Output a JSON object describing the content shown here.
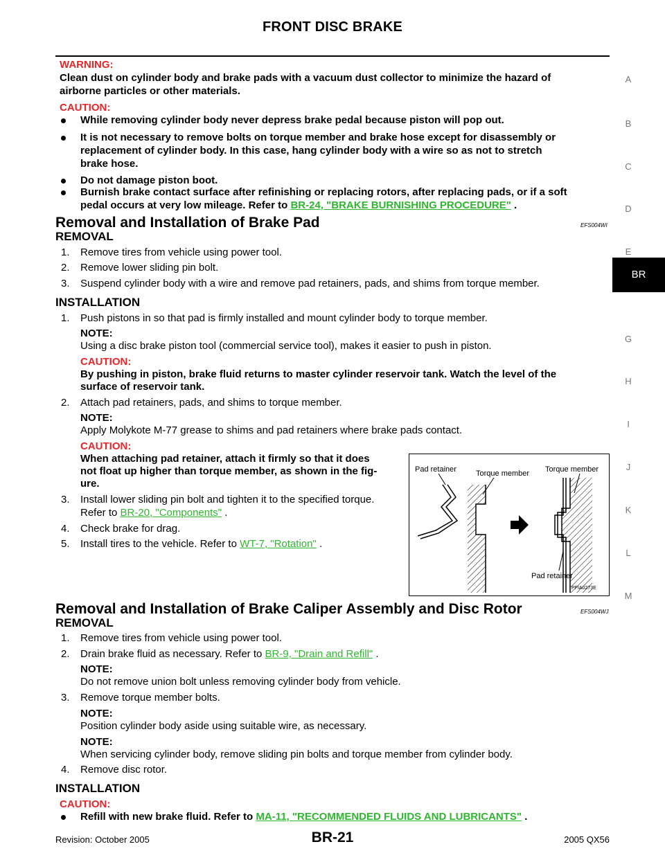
{
  "header": {
    "title": "FRONT DISC BRAKE"
  },
  "intro": {
    "warning_label": "WARNING:",
    "warning_line1": "Clean dust on cylinder body and brake pads with a vacuum dust collector to minimize the hazard of",
    "warning_line2": "airborne particles or other materials.",
    "caution_label": "CAUTION:",
    "bullets": [
      {
        "lines": [
          "While removing cylinder body never depress brake pedal because piston will pop out."
        ]
      },
      {
        "lines": [
          "It is not necessary to remove bolts on torque member and brake hose except for disassembly or",
          "replacement of cylinder body. In this case, hang cylinder body with a wire so as not to stretch",
          "brake hose."
        ]
      },
      {
        "lines": [
          "Do not damage piston boot."
        ]
      },
      {
        "lines": [
          "Burnish brake contact surface after refinishing or replacing rotors, after replacing pads, or if a soft"
        ]
      }
    ],
    "bullet4_line2_prefix": "pedal occurs at very low mileage. Refer to",
    "bullet4_link": "BR-24, \"BRAKE BURNISHING PROCEDURE\"",
    "bullet4_suffix": "."
  },
  "section1": {
    "title": "Removal and Installation of Brake Pad",
    "code": "EFS004WI",
    "removal_heading": "REMOVAL",
    "removal_steps": [
      {
        "num": "1.",
        "text": "Remove tires from vehicle using power tool."
      },
      {
        "num": "2.",
        "text": "Remove lower sliding pin bolt."
      },
      {
        "num": "3.",
        "text": "Suspend cylinder body with a wire and remove pad retainers, pads, and shims from torque member."
      }
    ],
    "install_heading": "INSTALLATION",
    "step1_num": "1.",
    "step1_text": "Push pistons in so that pad is firmly installed and mount cylinder body to torque member.",
    "note_label": "NOTE:",
    "step1_note": "Using a disc brake piston tool (commercial service tool), makes it easier to push in piston.",
    "caution_label": "CAUTION:",
    "step1_caution_l1": "By pushing in piston, brake fluid returns to master cylinder reservoir tank. Watch the level of the",
    "step1_caution_l2": "surface of reservoir tank.",
    "step2_num": "2.",
    "step2_text": "Attach pad retainers, pads, and shims to torque member.",
    "step2_note": "Apply Molykote M-77 grease to shims and pad retainers where brake pads contact.",
    "step2_caution_l1": "When attaching pad retainer, attach it firmly so that it does",
    "step2_caution_l2": "not float up higher than torque member, as shown in the fig-",
    "step2_caution_l3": "ure.",
    "step3_num": "3.",
    "step3_text": "Install lower sliding pin bolt and tighten it to the specified torque.",
    "step3_ref_prefix": "Refer to",
    "step3_link": "BR-20, \"Components\"",
    "step3_suffix": ".",
    "step4_num": "4.",
    "step4_text": "Check brake for drag.",
    "step5_num": "5.",
    "step5_prefix": "Install tires to the vehicle. Refer to",
    "step5_link": "WT-7, \"Rotation\"",
    "step5_suffix": "."
  },
  "figure": {
    "label_pad_retainer_left": "Pad retainer",
    "label_torque_member_left": "Torque member",
    "label_torque_member_right": "Torque member",
    "label_pad_retainer_bottom": "Pad retainer",
    "code": "PFIA0273E",
    "arrow_icon": "right-arrow-icon"
  },
  "section2": {
    "title": "Removal and Installation of Brake Caliper Assembly and Disc Rotor",
    "code": "EFS004WJ",
    "removal_heading": "REMOVAL",
    "step1_num": "1.",
    "step1_text": "Remove tires from vehicle using power tool.",
    "step2_num": "2.",
    "step2_prefix": "Drain brake fluid as necessary. Refer to",
    "step2_link": "BR-9, \"Drain and Refill\"",
    "step2_suffix": ".",
    "note_label": "NOTE:",
    "step2_note": "Do not remove union bolt unless removing cylinder body from vehicle.",
    "step3_num": "3.",
    "step3_text": "Remove torque member bolts.",
    "step3_note1": "Position cylinder body aside using suitable wire, as necessary.",
    "step3_note2": "When servicing cylinder body, remove sliding pin bolts and torque member from cylinder body.",
    "step4_num": "4.",
    "step4_text": "Remove disc rotor.",
    "install_heading": "INSTALLATION",
    "caution_label": "CAUTION:",
    "bullet_prefix": "Refill with new brake fluid. Refer to",
    "bullet_link": "MA-11, \"RECOMMENDED FLUIDS AND LUBRICANTS\"",
    "bullet_suffix": "."
  },
  "side_index": {
    "letters": [
      "A",
      "B",
      "C",
      "D",
      "E",
      "G",
      "H",
      "I",
      "J",
      "K",
      "L",
      "M"
    ],
    "active_tab": "BR"
  },
  "footer": {
    "revision": "Revision: October 2005",
    "page": "BR-21",
    "model": "2005 QX56"
  },
  "colors": {
    "warning_red": "#e8262a",
    "link_green": "#2fb52f",
    "tab_black": "#000000"
  }
}
